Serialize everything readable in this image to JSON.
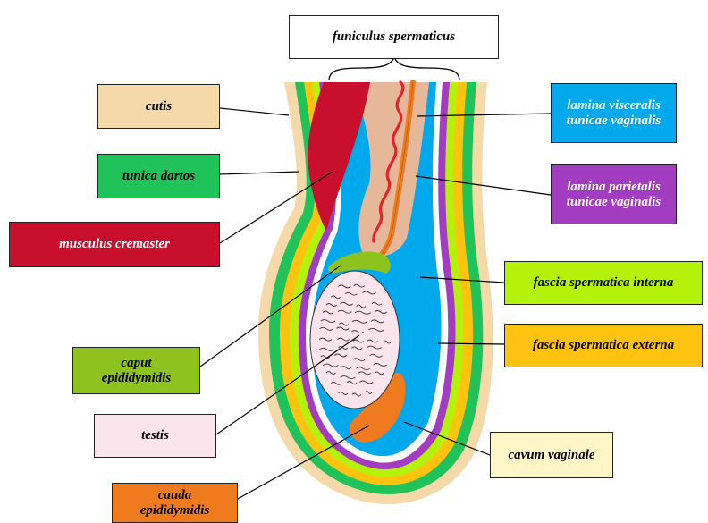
{
  "labels": {
    "funiculus": {
      "text": "funiculus spermaticus",
      "bg": "#ffffff",
      "fg": "#000000"
    },
    "cutis": {
      "text": "cutis",
      "bg": "#f5d9a8",
      "fg": "#000000"
    },
    "tunica_dartos": {
      "text": "tunica dartos",
      "bg": "#1fc35a",
      "fg": "#000000"
    },
    "musculus_cremaster": {
      "text": "musculus cremaster",
      "bg": "#c8102e",
      "fg": "#ffffff"
    },
    "caput": {
      "line1": "caput",
      "line2": "epididymidis",
      "bg": "#8dc21f",
      "fg": "#000000"
    },
    "testis": {
      "text": "testis",
      "bg": "#fce4ec",
      "fg": "#000000"
    },
    "cauda": {
      "line1": "cauda",
      "line2": "epididymidis",
      "bg": "#f07b1f",
      "fg": "#000000"
    },
    "lamina_visceralis": {
      "line1": "lamina visceralis",
      "line2": "tunicae vaginalis",
      "bg": "#00a9ec",
      "fg": "#ffffff"
    },
    "lamina_parietalis": {
      "line1": "lamina parietalis",
      "line2": "tunicae vaginalis",
      "bg": "#a23cc0",
      "fg": "#ffffff"
    },
    "fascia_interna": {
      "text": "fascia spermatica interna",
      "bg": "#b5f20a",
      "fg": "#000000"
    },
    "fascia_externa": {
      "text": "fascia spermatica externa",
      "bg": "#ffc20e",
      "fg": "#000000"
    },
    "cavum": {
      "text": "cavum vaginale",
      "bg": "#fff6c8",
      "fg": "#000000"
    }
  },
  "layer_colors": {
    "cutis": "#f5d9a8",
    "tunica_dartos": "#1fc35a",
    "fascia_externa": "#ffc20e",
    "fascia_interna": "#b5f20a",
    "lamina_parietalis": "#a23cc0",
    "cavum": "#ffffff",
    "lamina_visceralis": "#00a9ec",
    "cord": "#e7b79a",
    "ductus": "#f07b1f",
    "vessel": "#e8202a",
    "cremaster": "#c8102e",
    "testis": "#fce4ec",
    "caput": "#8dc21f",
    "cauda": "#f07b1f"
  }
}
